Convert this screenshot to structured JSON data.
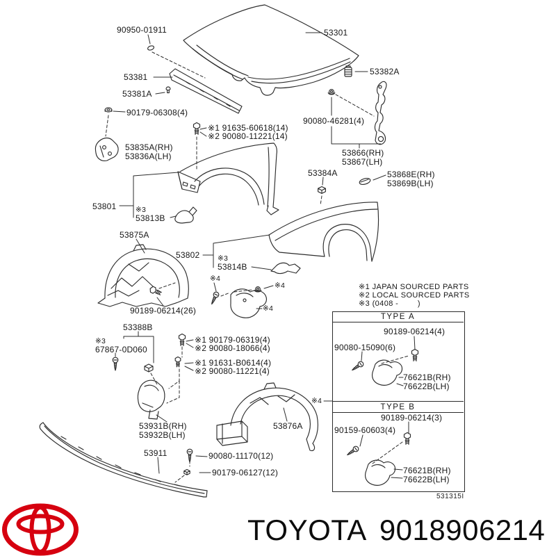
{
  "footer": {
    "brand": "TOYOTA",
    "part_number": "9018906214"
  },
  "colors": {
    "logo_red": "#d6000f",
    "line_color": "#2c2c2c",
    "text_color": "#141414"
  },
  "diagram": {
    "code": "531315I",
    "ref3": "※3",
    "ref4": "※4",
    "notes": {
      "note1": "※1 JAPAN SOURCED PARTS",
      "note2": "※2 LOCAL SOURCED PARTS",
      "note3": "※3 (0408 -        )"
    },
    "labels": {
      "clip_90950": "90950-01911",
      "hood": "53301",
      "molding": "53381",
      "clip_53381a": "53381A",
      "nut_90179_06308": "90179-06308(4)",
      "bolt_91635": "※1 91635-60618(14)",
      "bolt_90080_11221_14": "※2 90080-11221(14)",
      "spring_53382a": "53382A",
      "bolt_90080_46281": "90080-46281(4)",
      "hinge_rh": "53835A(RH)",
      "hinge_lh": "53836A(LH)",
      "support_rh": "53866(RH)",
      "support_lh": "53867(LH)",
      "clip_53384a": "53384A",
      "pad_rh": "53868E(RH)",
      "pad_lh": "53869B(LH)",
      "fender_rh": "53801",
      "bracket_53813b": "53813B",
      "liner_front": "53875A",
      "fender_lh": "53802",
      "bracket_53814b": "53814B",
      "bolt_90189_06214_26": "90189-06214(26)",
      "brace_53388b": "53388B",
      "screw_67867": "67867-0D060",
      "nut_90179_06319": "※1 90179-06319(4)",
      "nut_90080_18066": "※2 90080-18066(4)",
      "bolt_91631": "※1 91631-B0614(4)",
      "bolt_90080_11221_4": "※2 90080-11221(4)",
      "bracket_rh": "53931B(RH)",
      "bracket_lh": "53932B(LH)",
      "liner_rear": "53876A",
      "valance": "53911",
      "screw_90080_11170": "90080-11170(12)",
      "clip_90179_06127": "90179-06127(12)"
    },
    "type_a": {
      "title": "TYPE A",
      "bolt": "90189-06214(4)",
      "screw": "90080-15090(6)",
      "guard_rh": "76621B(RH)",
      "guard_lh": "76622B(LH)"
    },
    "type_b": {
      "title": "TYPE B",
      "bolt": "90189-06214(3)",
      "screw": "90159-60603(4)",
      "guard_rh": "76621B(RH)",
      "guard_lh": "76622B(LH)"
    }
  }
}
